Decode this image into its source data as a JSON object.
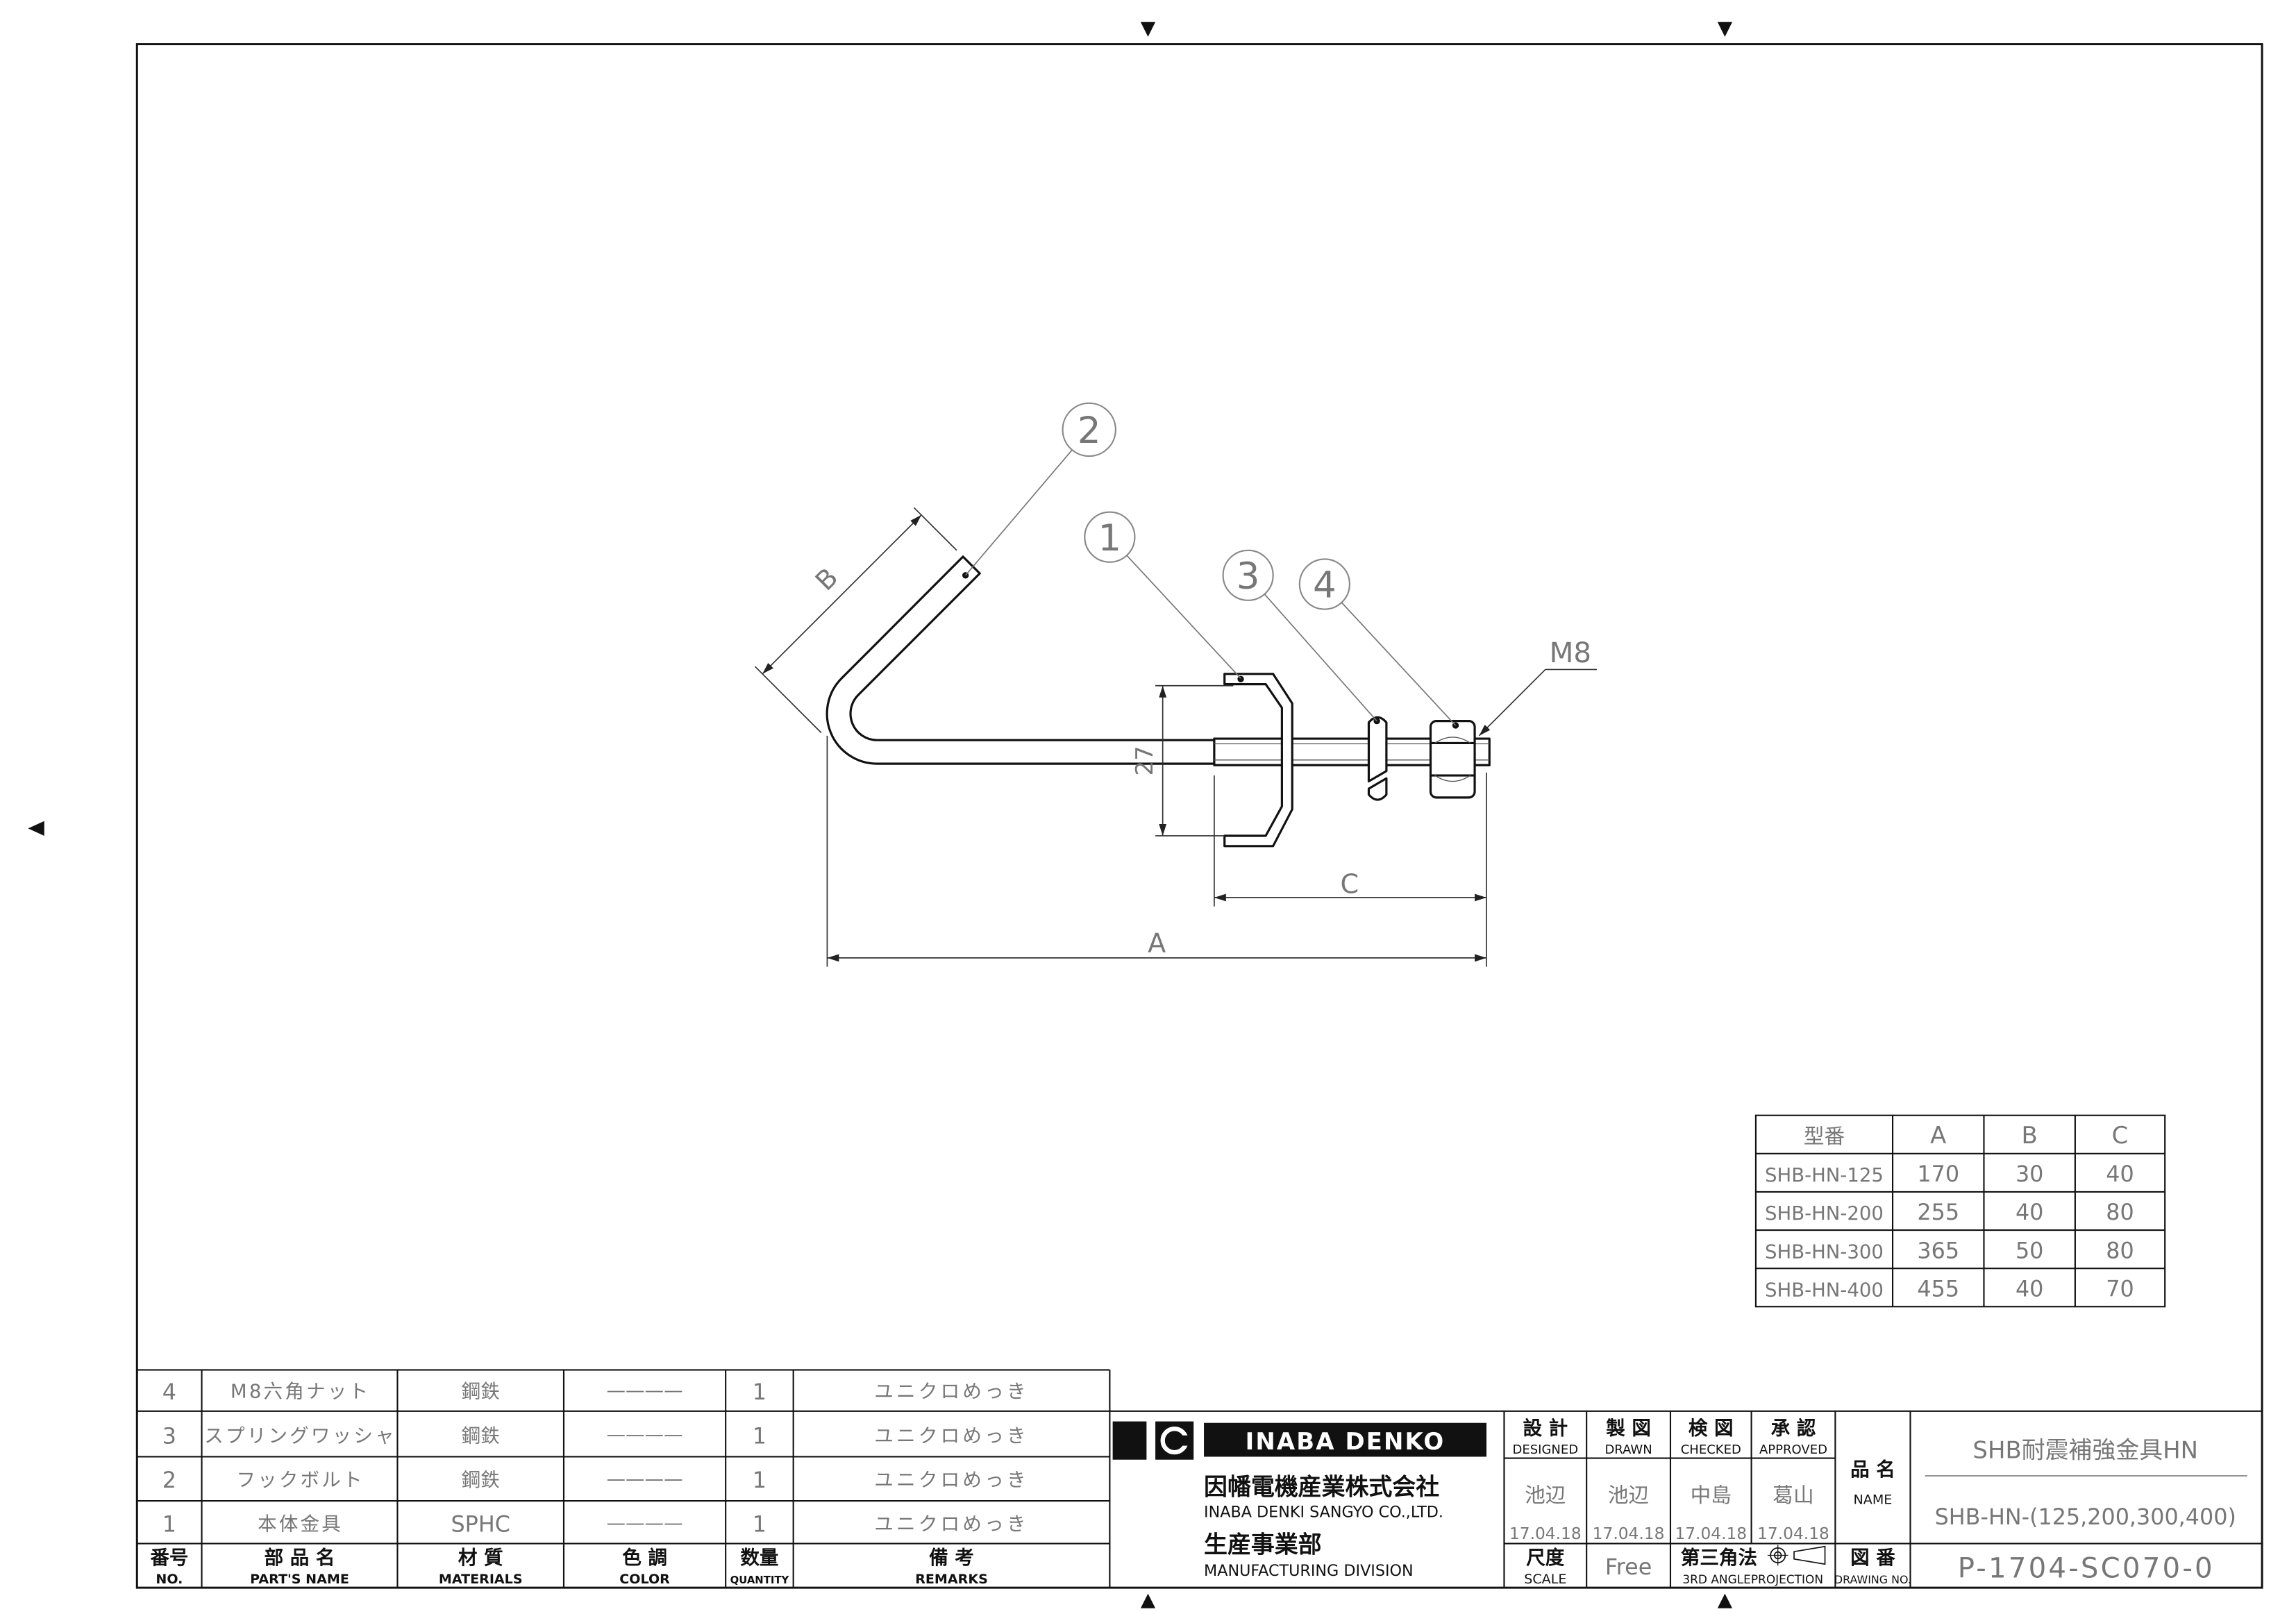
{
  "drawing": {
    "balloon_1": "1",
    "balloon_2": "2",
    "balloon_3": "3",
    "balloon_4": "4",
    "thread_size": "M8",
    "dim_height": "27",
    "dim_a": "A",
    "dim_b": "B",
    "dim_c": "C"
  },
  "size_table": {
    "headers": [
      "型番",
      "A",
      "B",
      "C"
    ],
    "rows": [
      [
        "SHB-HN-125",
        "170",
        "30",
        "40"
      ],
      [
        "SHB-HN-200",
        "255",
        "40",
        "80"
      ],
      [
        "SHB-HN-300",
        "365",
        "50",
        "80"
      ],
      [
        "SHB-HN-400",
        "455",
        "40",
        "70"
      ]
    ]
  },
  "parts_list": {
    "rows": [
      {
        "no": "4",
        "name": "M8六角ナット",
        "material": "鋼鉄",
        "color": "————",
        "quantity": "1",
        "remarks": "ユニクロめっき"
      },
      {
        "no": "3",
        "name": "スプリングワッシャ",
        "material": "鋼鉄",
        "color": "————",
        "quantity": "1",
        "remarks": "ユニクロめっき"
      },
      {
        "no": "2",
        "name": "フックボルト",
        "material": "鋼鉄",
        "color": "————",
        "quantity": "1",
        "remarks": "ユニクロめっき"
      },
      {
        "no": "1",
        "name": "本体金具",
        "material": "SPHC",
        "color": "————",
        "quantity": "1",
        "remarks": "ユニクロめっき"
      }
    ],
    "headers": {
      "no": {
        "ja": "番号",
        "en": "NO."
      },
      "name": {
        "ja": "部 品 名",
        "en": "PART'S NAME"
      },
      "material": {
        "ja": "材 質",
        "en": "MATERIALS"
      },
      "color": {
        "ja": "色 調",
        "en": "COLOR"
      },
      "quantity": {
        "ja": "数量",
        "en": "QUANTITY"
      },
      "remarks": {
        "ja": "備 考",
        "en": "REMARKS"
      }
    }
  },
  "title_block": {
    "brand": "INABA DENKO",
    "company_ja": "因幡電機産業株式会社",
    "company_en": "INABA DENKI SANGYO CO.,LTD.",
    "division_ja": "生産事業部",
    "division_en": "MANUFACTURING DIVISION",
    "approvals": [
      {
        "ja": "設 計",
        "en": "DESIGNED",
        "name": "池辺",
        "date": "17.04.18"
      },
      {
        "ja": "製 図",
        "en": "DRAWN",
        "name": "池辺",
        "date": "17.04.18"
      },
      {
        "ja": "検 図",
        "en": "CHECKED",
        "name": "中島",
        "date": "17.04.18"
      },
      {
        "ja": "承 認",
        "en": "APPROVED",
        "name": "葛山",
        "date": "17.04.18"
      }
    ],
    "scale_label_ja": "尺度",
    "scale_label_en": "SCALE",
    "scale": "Free",
    "projection_ja": "第三角法",
    "projection_en": "3RD ANGLEPROJECTION",
    "name_label_ja": "品 名",
    "name_label_en": "NAME",
    "product_name": "SHB耐震補強金具HN",
    "product_models": "SHB-HN-(125,200,300,400)",
    "drawing_no_label_ja": "図 番",
    "drawing_no_label_en": "DRAWING NO.",
    "drawing_no": "P-1704-SC070-0"
  }
}
